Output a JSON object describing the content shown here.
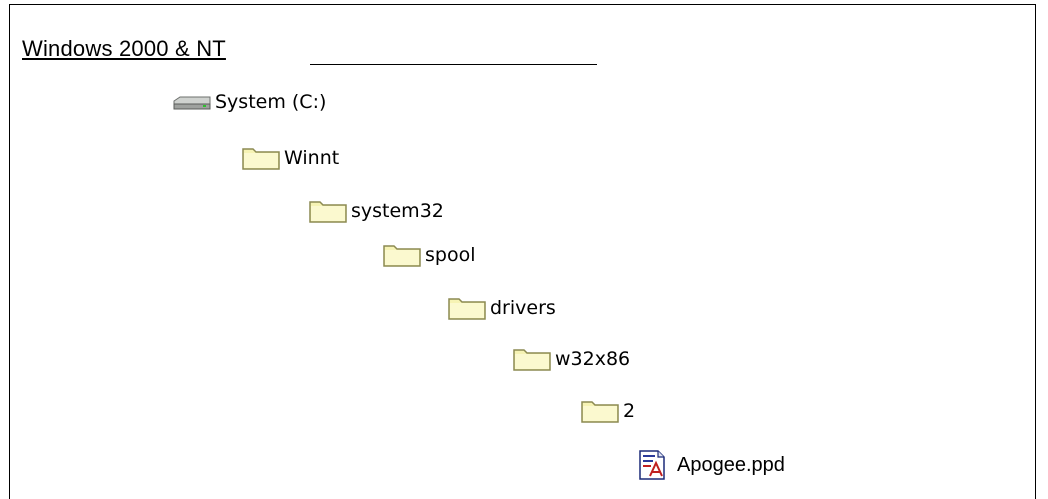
{
  "heading": {
    "title": "Windows 2000 & NT"
  },
  "tree": {
    "drive": {
      "label": "System (C:)",
      "icon": "drive-icon"
    },
    "folders": [
      {
        "label": "Winnt",
        "icon": "folder-icon"
      },
      {
        "label": "system32",
        "icon": "folder-icon"
      },
      {
        "label": "spool",
        "icon": "folder-icon"
      },
      {
        "label": "drivers",
        "icon": "folder-icon"
      },
      {
        "label": "w32x86",
        "icon": "folder-icon"
      },
      {
        "label": "2",
        "icon": "folder-icon"
      }
    ],
    "file": {
      "label": "Apogee.ppd",
      "icon": "ppd-file-icon"
    }
  },
  "colors": {
    "folder": "#f6f3b4",
    "folder_border": "#8c8a52",
    "drive": "#b8bcb8"
  }
}
